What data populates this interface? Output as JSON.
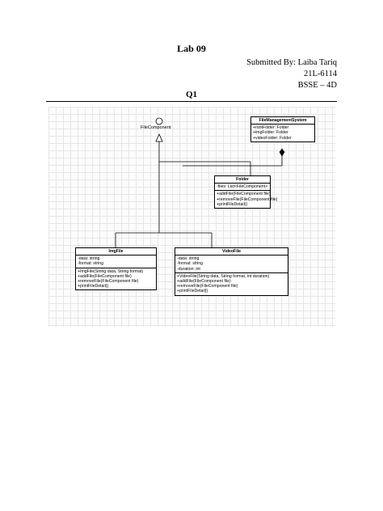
{
  "document": {
    "title": "Lab 09",
    "submitted_by": "Submitted By: Laiba Tariq",
    "roll_no": "21L-6114",
    "section": "BSSE – 4D",
    "question": "Q1"
  },
  "diagram": {
    "interface": {
      "name": "FileComponent"
    },
    "classes": {
      "file_management_system": {
        "name": "FileManagementSystem",
        "attributes": [
          "+rootFolder: Folder",
          "+imgFolder: Folder",
          "+videoFolder: Folder"
        ]
      },
      "folder": {
        "name": "Folder",
        "attributes": [
          "-files: List<FileComponent>"
        ],
        "methods": [
          "+addFile(FileComponent file)",
          "+removeFile(FileComponent file)",
          "+printFileDetail()"
        ]
      },
      "img_file": {
        "name": "ImgFile",
        "attributes": [
          "-data: string",
          "-format: string"
        ],
        "methods": [
          "+ImgFile(String data, String format)",
          "+addFile(FileComponent file)",
          "+removeFile(FileComponent file)",
          "+printFileDetail()"
        ]
      },
      "video_file": {
        "name": "VideoFile",
        "attributes": [
          "-data: string",
          "-format: string",
          "-duration: int"
        ],
        "methods": [
          "+VideoFile(String data, String format, int duration)",
          "+addFile(FileComponent file)",
          "+removeFile(FileComponent file)",
          "+printFileDetail()"
        ]
      }
    }
  }
}
